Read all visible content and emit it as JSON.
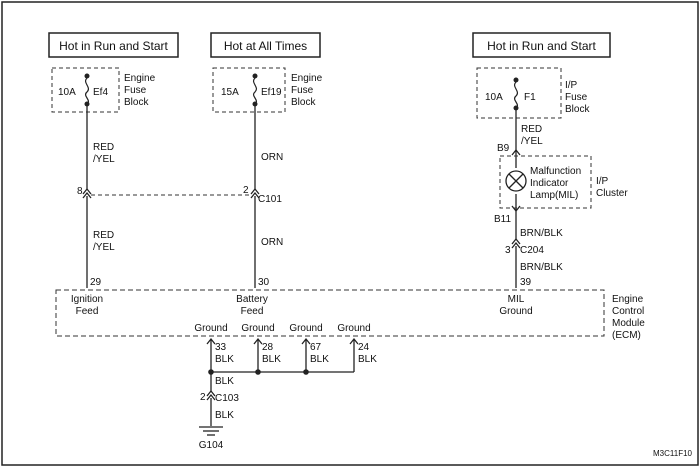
{
  "frame": {
    "ref": "M3C11F10"
  },
  "power_labels": {
    "left": "Hot in Run and Start",
    "center": "Hot at All Times",
    "right": "Hot in Run and Start"
  },
  "fuses": {
    "ef4": {
      "rating": "10A",
      "id": "Ef4",
      "block_line1": "Engine",
      "block_line2": "Fuse",
      "block_line3": "Block"
    },
    "ef19": {
      "rating": "15A",
      "id": "Ef19",
      "block_line1": "Engine",
      "block_line2": "Fuse",
      "block_line3": "Block"
    },
    "f1": {
      "rating": "10A",
      "id": "F1",
      "block_line1": "I/P",
      "block_line2": "Fuse",
      "block_line3": "Block"
    }
  },
  "wires": {
    "left_upper_line1": "RED",
    "left_upper_line2": "/YEL",
    "left_lower_line1": "RED",
    "left_lower_line2": "/YEL",
    "center_upper": "ORN",
    "center_lower": "ORN",
    "right_top_line1": "RED",
    "right_top_line2": "/YEL",
    "right_mid": "BRN/BLK",
    "right_low": "BRN/BLK",
    "ground_blk_1": "BLK",
    "ground_blk_2": "BLK",
    "ground_blk_3": "BLK",
    "ground_blk_4": "BLK",
    "ground_bus_blk": "BLK",
    "ground_to_g104": "BLK"
  },
  "connectors": {
    "c101": "C101",
    "c101_pin_left": "8",
    "c101_pin_right": "2",
    "c204": "C204",
    "c204_pin": "3",
    "c103": "C103",
    "c103_pin": "2",
    "b9": "B9",
    "b11": "B11"
  },
  "cluster": {
    "lamp_line1": "Malfunction",
    "lamp_line2": "Indicator",
    "lamp_line3": "Lamp(MIL)",
    "label_line1": "I/P",
    "label_line2": "Cluster"
  },
  "ecm": {
    "pin_ignition": "29",
    "pin_battery": "30",
    "pin_mil": "39",
    "ignition_line1": "Ignition",
    "ignition_line2": "Feed",
    "battery_line1": "Battery",
    "battery_line2": "Feed",
    "mil_line1": "MIL",
    "mil_line2": "Ground",
    "name_line1": "Engine",
    "name_line2": "Control",
    "name_line3": "Module",
    "name_line4": "(ECM)",
    "grounds": [
      {
        "label": "Ground",
        "pin": "33"
      },
      {
        "label": "Ground",
        "pin": "28"
      },
      {
        "label": "Ground",
        "pin": "67"
      },
      {
        "label": "Ground",
        "pin": "24"
      }
    ]
  },
  "ground_point": "G104"
}
